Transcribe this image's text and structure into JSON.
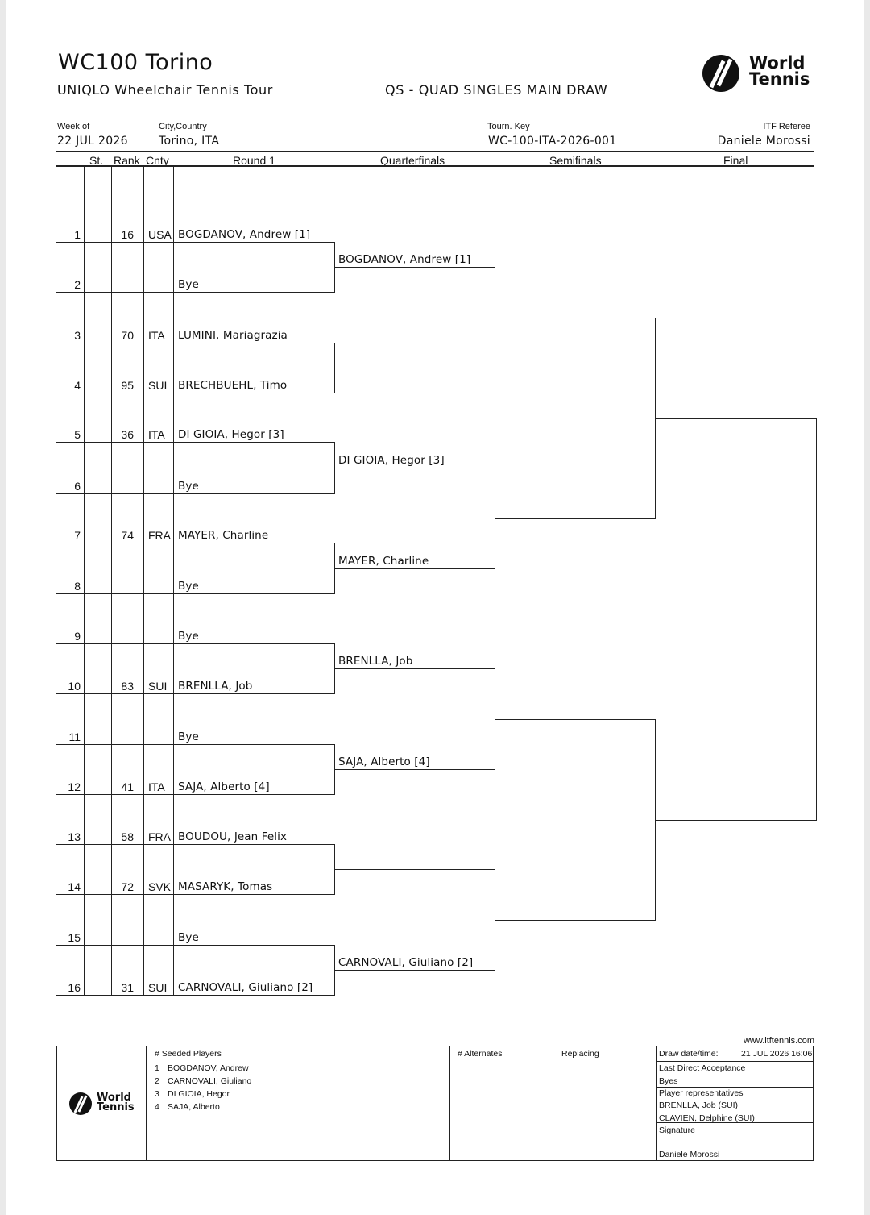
{
  "header": {
    "title": "WC100 Torino",
    "tour": "UNIQLO Wheelchair Tennis Tour",
    "event": "QS - QUAD SINGLES MAIN DRAW",
    "logo_text": "World Tennis"
  },
  "info": {
    "week_label": "Week of",
    "week_value": "22 JUL 2026",
    "city_label": "City,Country",
    "city_value": "Torino, ITA",
    "key_label": "Tourn. Key",
    "key_value": "WC-100-ITA-2026-001",
    "referee_label": "ITF Referee",
    "referee_value": "Daniele Morossi"
  },
  "columns": {
    "st": "St.",
    "rank": "Rank",
    "cnty": "Cnty",
    "r1": "Round 1",
    "qf": "Quarterfinals",
    "sf": "Semifinals",
    "final": "Final"
  },
  "round1": [
    {
      "num": "1",
      "rank": "16",
      "cnty": "USA",
      "name": "BOGDANOV, Andrew [1]"
    },
    {
      "num": "2",
      "rank": "",
      "cnty": "",
      "name": "Bye"
    },
    {
      "num": "3",
      "rank": "70",
      "cnty": "ITA",
      "name": "LUMINI, Mariagrazia"
    },
    {
      "num": "4",
      "rank": "95",
      "cnty": "SUI",
      "name": "BRECHBUEHL, Timo"
    },
    {
      "num": "5",
      "rank": "36",
      "cnty": "ITA",
      "name": "DI GIOIA, Hegor [3]"
    },
    {
      "num": "6",
      "rank": "",
      "cnty": "",
      "name": "Bye"
    },
    {
      "num": "7",
      "rank": "74",
      "cnty": "FRA",
      "name": "MAYER, Charline"
    },
    {
      "num": "8",
      "rank": "",
      "cnty": "",
      "name": "Bye"
    },
    {
      "num": "9",
      "rank": "",
      "cnty": "",
      "name": "Bye"
    },
    {
      "num": "10",
      "rank": "83",
      "cnty": "SUI",
      "name": "BRENLLA, Job"
    },
    {
      "num": "11",
      "rank": "",
      "cnty": "",
      "name": "Bye"
    },
    {
      "num": "12",
      "rank": "41",
      "cnty": "ITA",
      "name": "SAJA, Alberto [4]"
    },
    {
      "num": "13",
      "rank": "58",
      "cnty": "FRA",
      "name": "BOUDOU, Jean Felix"
    },
    {
      "num": "14",
      "rank": "72",
      "cnty": "SVK",
      "name": "MASARYK, Tomas"
    },
    {
      "num": "15",
      "rank": "",
      "cnty": "",
      "name": "Bye"
    },
    {
      "num": "16",
      "rank": "31",
      "cnty": "SUI",
      "name": "CARNOVALI, Giuliano [2]"
    }
  ],
  "quarterfinals": [
    "BOGDANOV, Andrew [1]",
    "",
    "DI GIOIA, Hegor [3]",
    "MAYER, Charline",
    "BRENLLA, Job",
    "SAJA, Alberto [4]",
    "",
    "CARNOVALI, Giuliano [2]"
  ],
  "footer": {
    "url": "www.itftennis.com",
    "logo_text": "World Tennis",
    "seeded_header": "#  Seeded Players",
    "seeded": [
      {
        "n": "1",
        "name": "BOGDANOV, Andrew"
      },
      {
        "n": "2",
        "name": "CARNOVALI, Giuliano"
      },
      {
        "n": "3",
        "name": "DI GIOIA, Hegor"
      },
      {
        "n": "4",
        "name": "SAJA, Alberto"
      }
    ],
    "alternates_header": "# Alternates",
    "replacing_header": "Replacing",
    "draw_datetime_label": "Draw date/time:",
    "draw_datetime_value": "21 JUL 2026 16:06",
    "lda_label": "Last Direct Acceptance",
    "lda_value": "Byes",
    "reps_label": "Player representatives",
    "reps": [
      "BRENLLA, Job (SUI)",
      "CLAVIEN, Delphine (SUI)"
    ],
    "signature_label": "Signature",
    "signature_name": "Daniele Morossi"
  }
}
